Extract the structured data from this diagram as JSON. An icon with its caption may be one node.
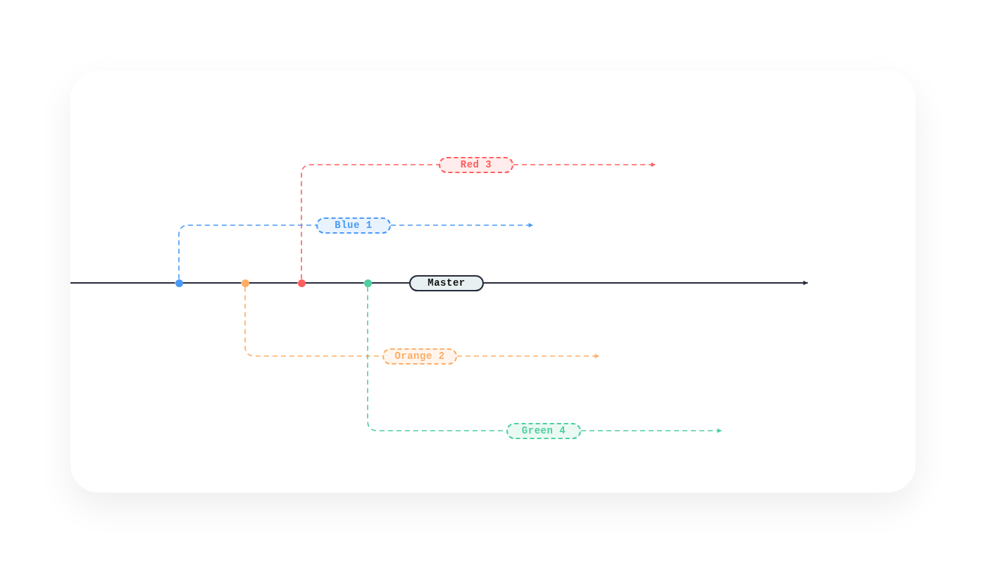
{
  "diagram": {
    "nodes": [
      {
        "text": [
          "Master"
        ]
      },
      {
        "text": [],
        "shape": "circle"
      },
      {
        "text": [],
        "shape": "circle"
      },
      {
        "text": [],
        "shape": "circle"
      },
      {
        "text": [],
        "shape": "circle"
      },
      {
        "text": [
          "Red 3"
        ]
      },
      {
        "text": [
          "Blue 1"
        ]
      },
      {
        "text": [
          "Orange 2"
        ]
      },
      {
        "text": [
          "Green 4"
        ]
      }
    ],
    "edges": [
      {
        "from": null,
        "to": 1,
        "arrow": "none"
      },
      {
        "from": 1,
        "to": 2,
        "arrow": "none"
      },
      {
        "from": 2,
        "to": 3,
        "arrow": "none"
      },
      {
        "from": 3,
        "to": 4,
        "arrow": "none"
      },
      {
        "from": 4,
        "to": 0,
        "arrow": "none"
      },
      {
        "from": 0,
        "to": null,
        "arrow": "to"
      },
      {
        "from": 1,
        "to": 6,
        "arrow": "none",
        "style": "dashed",
        "color": "#4a9af5"
      },
      {
        "from": 6,
        "to": null,
        "arrow": "to",
        "style": "dashed",
        "color": "#4a9af5"
      },
      {
        "from": 2,
        "to": 7,
        "arrow": "none",
        "style": "dashed",
        "color": "#ffad66"
      },
      {
        "from": 7,
        "to": null,
        "arrow": "to",
        "style": "dashed",
        "color": "#ffad66"
      },
      {
        "from": 3,
        "to": 5,
        "arrow": "none",
        "style": "dashed",
        "color": "#ff5f5f"
      },
      {
        "from": 5,
        "to": null,
        "arrow": "to",
        "style": "dashed",
        "color": "#ff5f5f"
      },
      {
        "from": 4,
        "to": 8,
        "arrow": "none",
        "style": "dashed",
        "color": "#4ecf9e"
      },
      {
        "from": 8,
        "to": null,
        "arrow": "to",
        "style": "dashed",
        "color": "#4ecf9e"
      }
    ]
  }
}
